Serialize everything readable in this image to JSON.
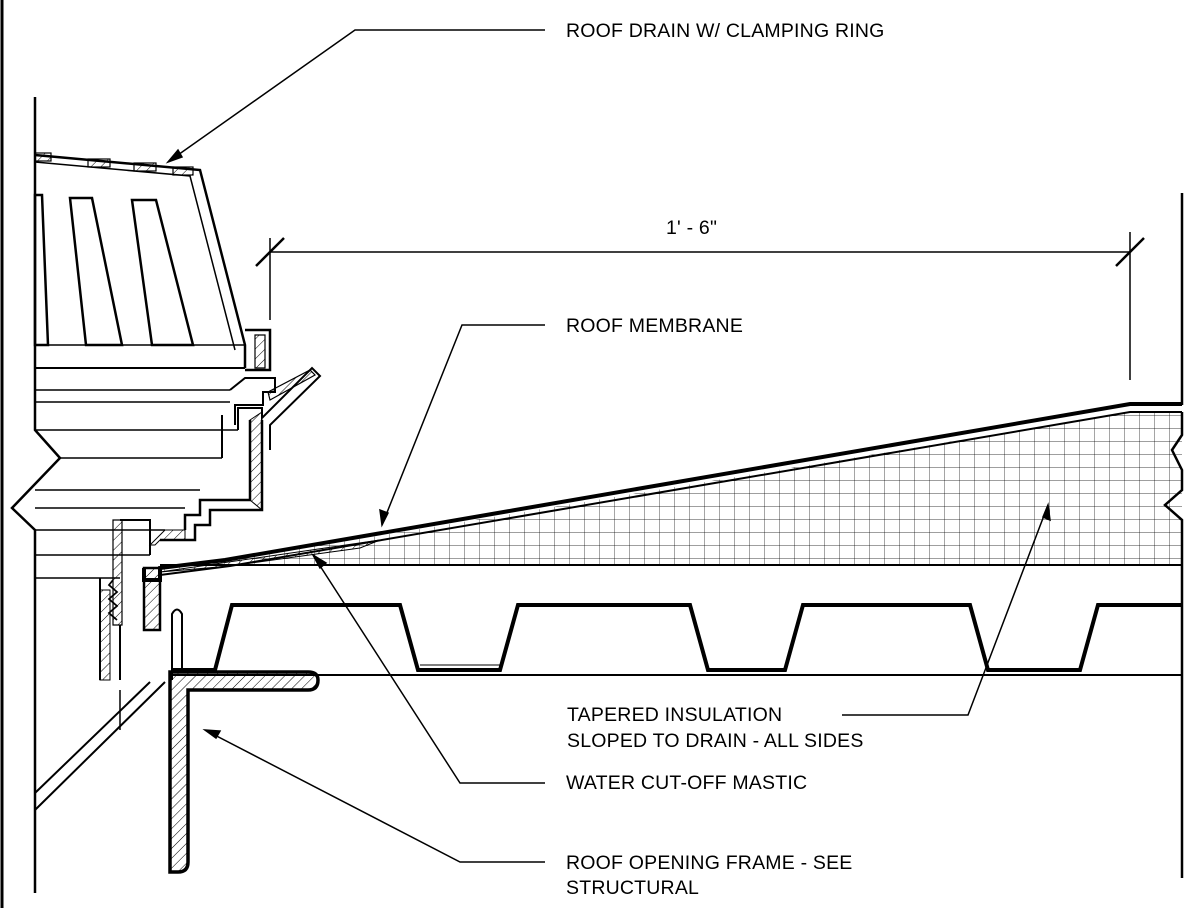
{
  "labels": {
    "roof_drain": "ROOF DRAIN W/ CLAMPING RING",
    "dimension": "1' - 6\"",
    "roof_membrane": "ROOF MEMBRANE",
    "tapered_insulation_line1": "TAPERED INSULATION",
    "tapered_insulation_line2": "SLOPED TO DRAIN - ALL SIDES",
    "water_cutoff": "WATER CUT-OFF MASTIC",
    "roof_frame_line1": "ROOF OPENING FRAME - SEE",
    "roof_frame_line2": "STRUCTURAL"
  },
  "colors": {
    "ink": "#000000",
    "paper": "#ffffff"
  }
}
